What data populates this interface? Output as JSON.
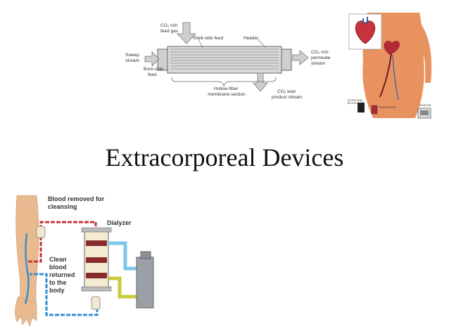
{
  "slide": {
    "title": "Extracorporeal Devices"
  },
  "membrane_diagram": {
    "co2_rich_feed_gas": [
      "CO₂ rich",
      "feed gas"
    ],
    "shell_side_feed": "Shell-side feed",
    "header": "Header",
    "sweep_stream": [
      "Sweep",
      "stream"
    ],
    "bore_side_feed": [
      "Bore-side",
      "feed"
    ],
    "hollow_fiber_section": [
      "Hollow-fiber",
      "membrane section"
    ],
    "co2_lean_product": [
      "CO₂ lean",
      "product stream"
    ],
    "co2_rich_permeate": [
      "CO₂ rich",
      "permeate",
      "stream"
    ]
  },
  "heart_pump_image": {
    "label_left": [
      "ROTATIONAL",
      "BLOOD PUMP"
    ],
    "label_mid": "OXYGENATOR",
    "label_right": "MONITOR"
  },
  "dialysis_diagram": {
    "blood_removed": [
      "Blood removed for",
      "cleansing"
    ],
    "dialyzer": "Dialyzer",
    "clean_blood": [
      "Clean",
      "blood",
      "returned",
      "to the",
      "body"
    ]
  },
  "colors": {
    "artery_red": "#c8323c",
    "vein_blue": "#2f8fd0",
    "dialysate_yellow": "#c9cc3a",
    "skin": "#e9b98f",
    "torso": "#e8925f"
  }
}
